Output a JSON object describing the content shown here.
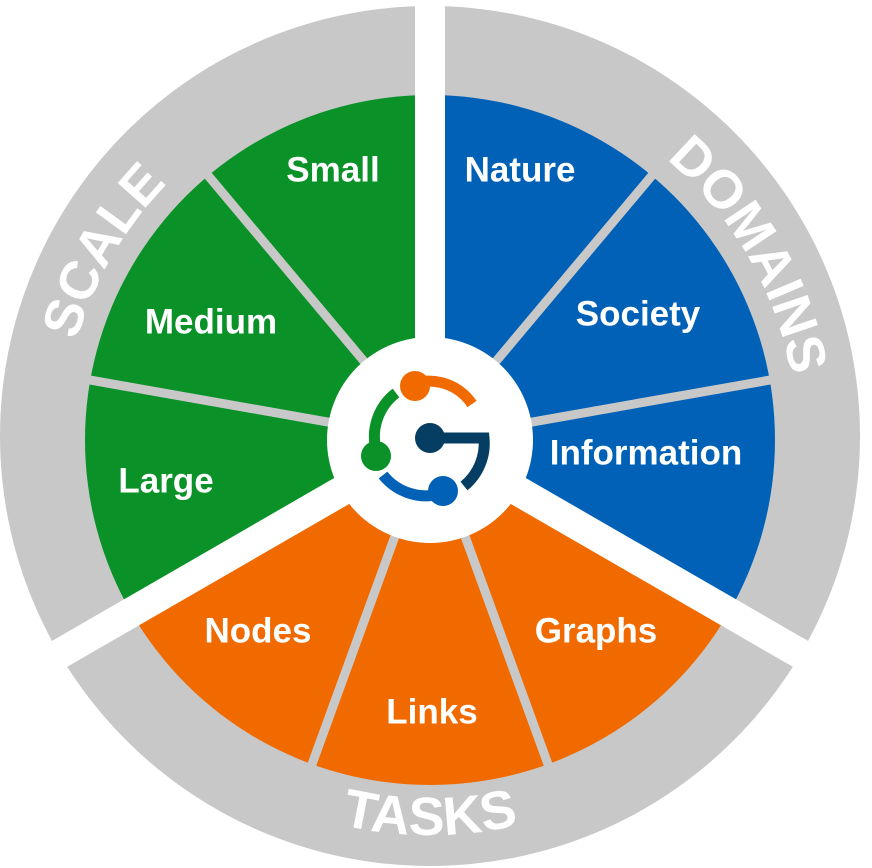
{
  "colors": {
    "ring": "#c8c8c8",
    "green": "#0a9128",
    "blue": "#0061b7",
    "orange": "#f06a00",
    "navy": "#053e62",
    "gap": "#ffffff"
  },
  "sections": [
    {
      "id": "domains",
      "title": "DOMAINS",
      "color": "#0061b7",
      "start": 0,
      "end": 120,
      "title_angle": 60,
      "items": [
        {
          "label": "Nature"
        },
        {
          "label": "Society"
        },
        {
          "label": "Information"
        }
      ]
    },
    {
      "id": "tasks",
      "title": "TASKS",
      "color": "#f06a00",
      "start": 120,
      "end": 240,
      "title_angle": 180,
      "items": [
        {
          "label": "Graphs"
        },
        {
          "label": "Links"
        },
        {
          "label": "Nodes"
        }
      ]
    },
    {
      "id": "scale",
      "title": "SCALE",
      "color": "#0a9128",
      "start": 240,
      "end": 360,
      "title_angle": 300,
      "items": [
        {
          "label": "Large"
        },
        {
          "label": "Medium"
        },
        {
          "label": "Small"
        }
      ]
    }
  ],
  "logo": {
    "icon": "graph-g-logo"
  }
}
